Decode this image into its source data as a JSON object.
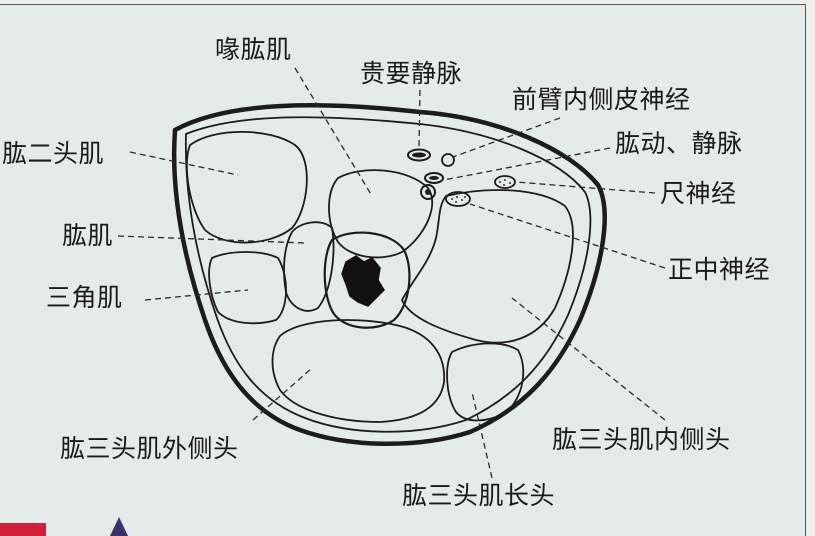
{
  "labels": {
    "coracobrachialis": "喙肱肌",
    "basilic_vein": "贵要静脉",
    "medial_antebrachial_cutaneous_nerve": "前臂内侧皮神经",
    "biceps_brachii": "肱二头肌",
    "brachial_artery_vein": "肱动、静脉",
    "ulnar_nerve": "尺神经",
    "brachialis": "肱肌",
    "median_nerve": "正中神经",
    "deltoid": "三角肌",
    "triceps_lateral_head": "肱三头肌外侧头",
    "triceps_medial_head": "肱三头肌内侧头",
    "triceps_long_head": "肱三头肌长头"
  },
  "colors": {
    "background": "#e4ecea",
    "outline": "#1c1c1c",
    "bone_marrow": "#111111"
  }
}
